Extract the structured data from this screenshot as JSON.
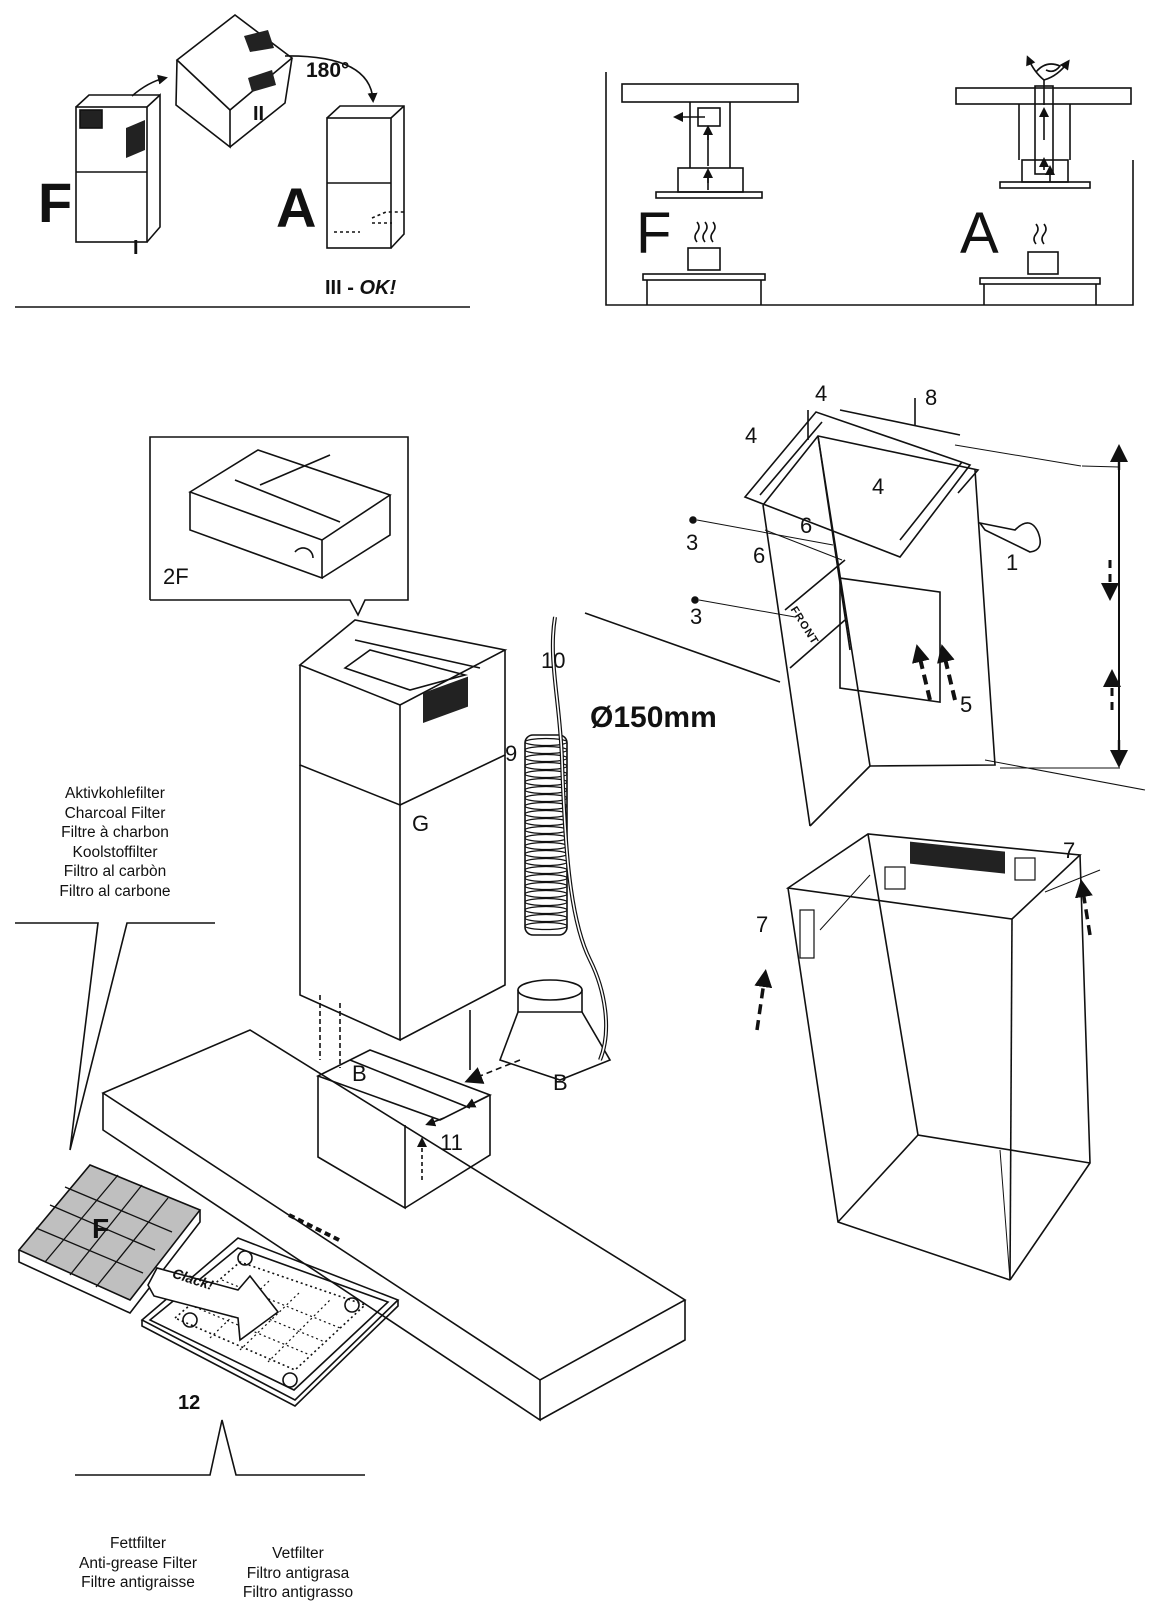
{
  "panel_top_left": {
    "mode_filter": "F",
    "mode_extract": "A",
    "rotation": "180°",
    "step_1": "I",
    "step_2": "II",
    "step_3": "III - ",
    "step_3_ok": "OK!"
  },
  "panel_top_right": {
    "mode_filter": "F",
    "mode_extract": "A"
  },
  "main": {
    "detail_label": "2F",
    "chimney_label": "G",
    "pipe_label": "9",
    "cable_label": "10",
    "diameter": "Ø150mm",
    "adapter_label": "B",
    "box_label": "B",
    "motor_label": "11",
    "filter_label": "F",
    "clack": "Clack!",
    "grease_filter_label": "12"
  },
  "exploded": {
    "labels": [
      "4",
      "8",
      "4",
      "4",
      "6",
      "6",
      "3",
      "3",
      "1",
      "5",
      "7",
      "7"
    ],
    "front_text": "FRONT"
  },
  "charcoal_filter_names": [
    "Aktivkohlefilter",
    "Charcoal Filter",
    "Filtre à charbon",
    "Koolstoffilter",
    "Filtro al carbòn",
    "Filtro al carbone"
  ],
  "grease_filter_names_left": [
    "Fettfilter",
    "Anti-grease Filter",
    "Filtre antigraisse"
  ],
  "grease_filter_names_right": [
    "Vetfilter",
    "Filtro antigrasa",
    "Filtro antigrasso"
  ]
}
